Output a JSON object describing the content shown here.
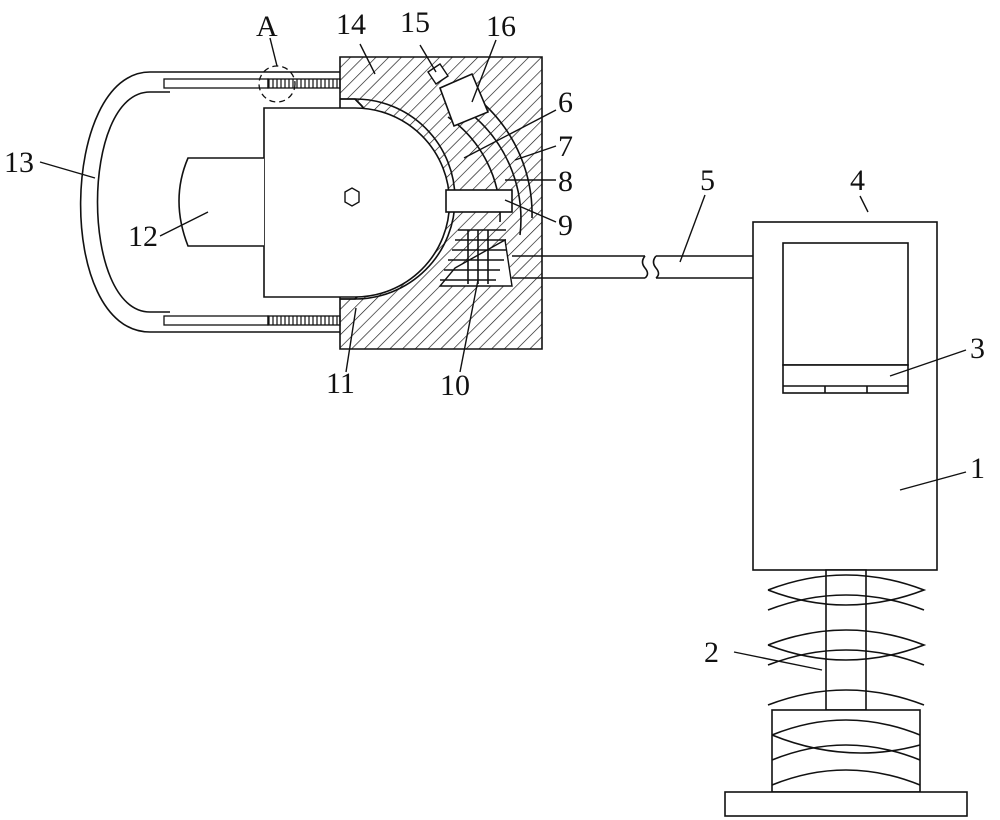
{
  "colors": {
    "line": "#111111",
    "background": "#ffffff"
  },
  "labels": {
    "A": "A",
    "n1": "1",
    "n2": "2",
    "n3": "3",
    "n4": "4",
    "n5": "5",
    "n6": "6",
    "n7": "7",
    "n8": "8",
    "n9": "9",
    "n10": "10",
    "n11": "11",
    "n12": "12",
    "n13": "13",
    "n14": "14",
    "n15": "15",
    "n16": "16"
  }
}
